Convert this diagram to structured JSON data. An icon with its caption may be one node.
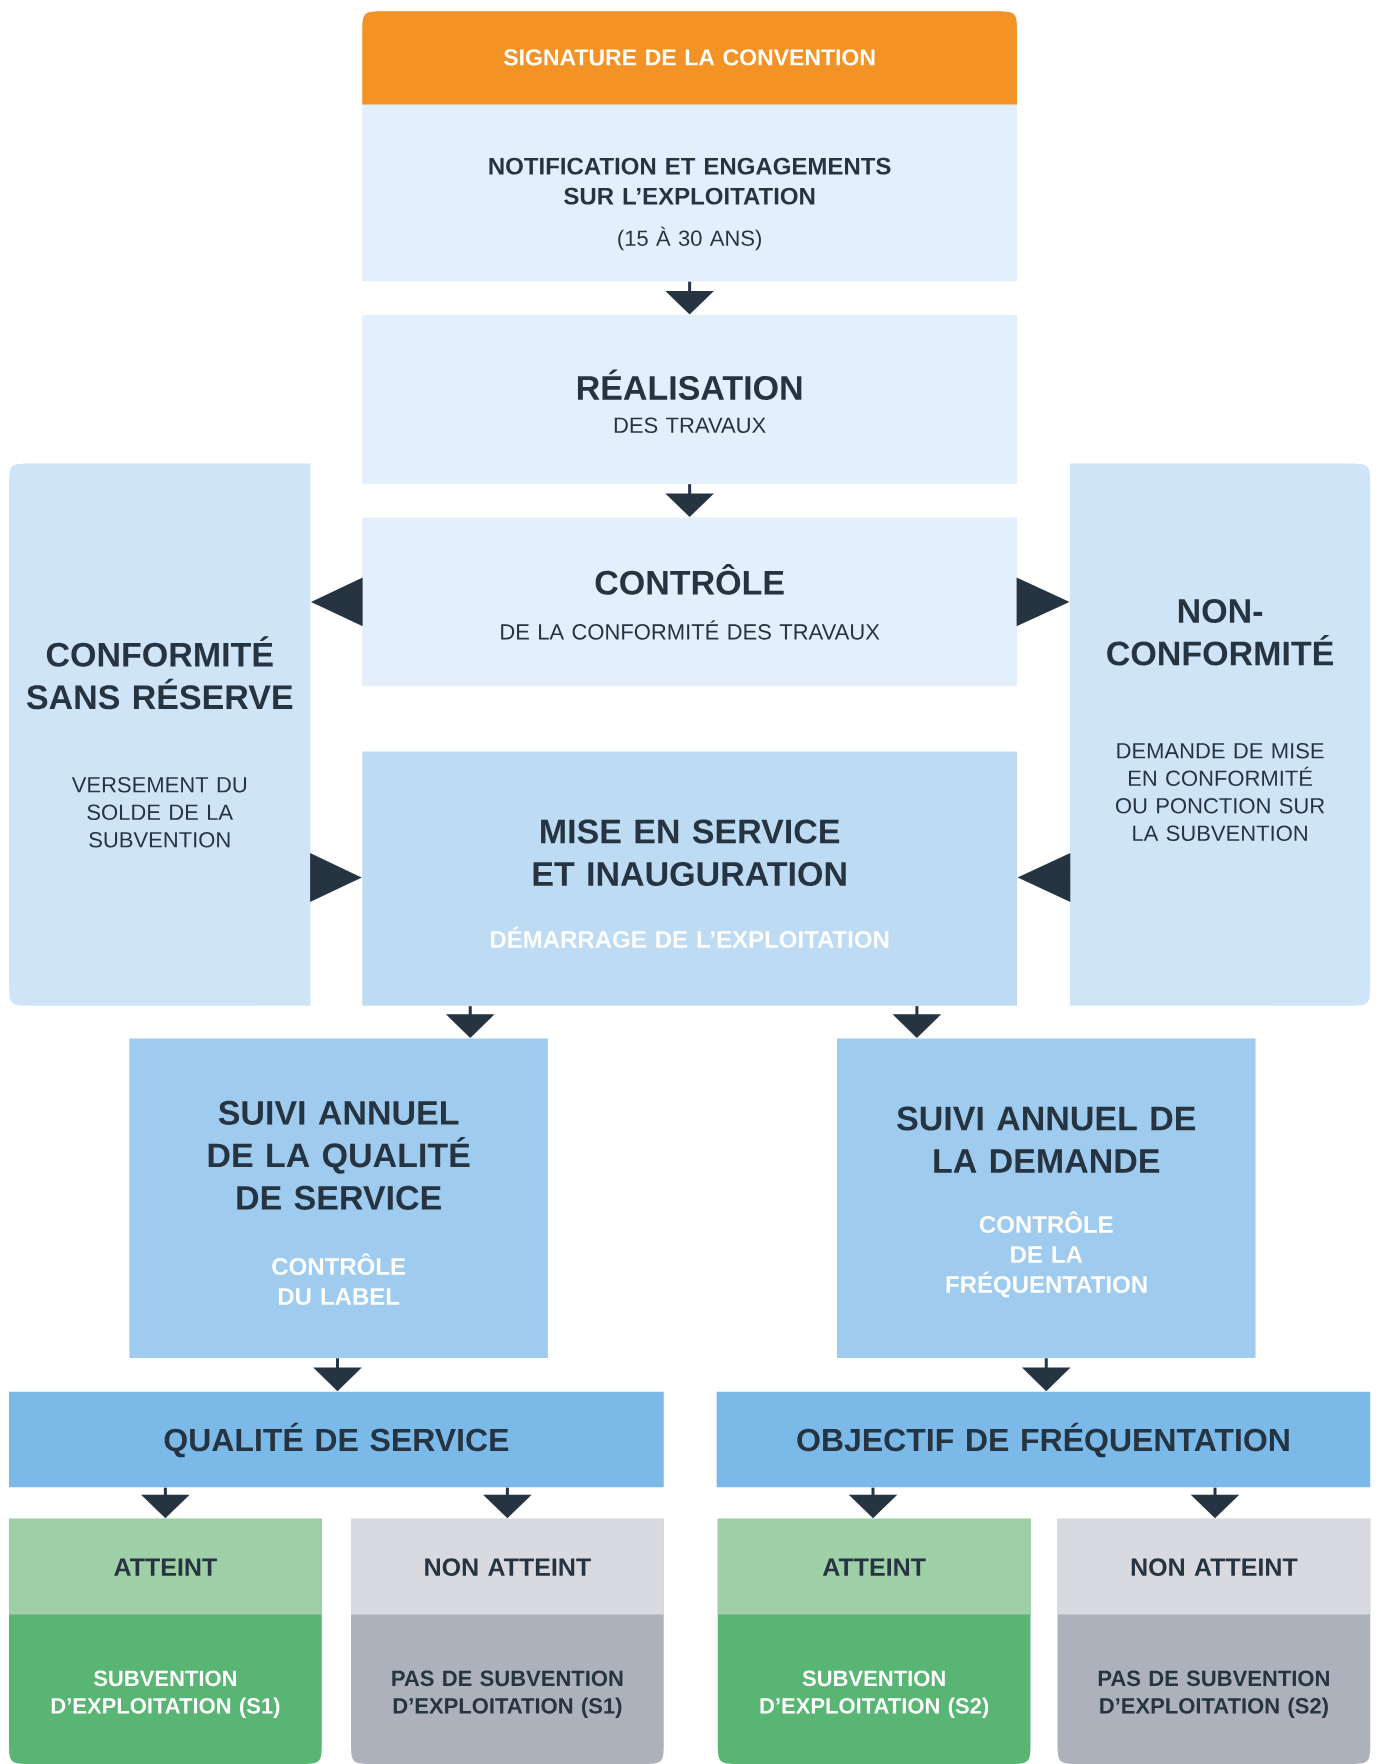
{
  "diagram": {
    "nodes": [
      {
        "text": [
          "SIGNATURE DE LA CONVENTION",
          "NOTIFICATION ET ENGAGEMENTS SUR L’EXPLOITATION",
          "(15 À 30 ANS)"
        ]
      },
      {
        "text": [
          "RÉALISATION",
          "DES TRAVAUX"
        ]
      },
      {
        "text": [
          "CONTRÔLE",
          "DE LA CONFORMITÉ DES TRAVAUX"
        ]
      },
      {
        "text": [
          "CONFORMITÉ SANS RÉSERVE",
          "VERSEMENT DU SOLDE DE LA SUBVENTION"
        ]
      },
      {
        "text": [
          "NON-CONFORMITÉ",
          "DEMANDE DE MISE EN CONFORMITÉ OU PONCTION SUR LA SUBVENTION"
        ]
      },
      {
        "text": [
          "MISE EN SERVICE ET INAUGURATION",
          "DÉMARRAGE DE L’EXPLOITATION"
        ]
      },
      {
        "text": [
          "SUIVI ANNUEL DE LA QUALITÉ DE SERVICE",
          "CONTRÔLE DU LABEL"
        ]
      },
      {
        "text": [
          "SUIVI ANNUEL DE LA DEMANDE",
          "CONTRÔLE DE LA FRÉQUENTATION"
        ]
      },
      {
        "text": [
          "QUALITÉ DE SERVICE"
        ]
      },
      {
        "text": [
          "OBJECTIF DE FRÉQUENTATION"
        ]
      },
      {
        "text": [
          "ATTEINT",
          "SUBVENTION D’EXPLOITATION (S1)"
        ]
      },
      {
        "text": [
          "NON ATTEINT",
          "PAS DE SUBVENTION D’EXPLOITATION (S1)"
        ]
      },
      {
        "text": [
          "ATTEINT",
          "SUBVENTION D’EXPLOITATION (S2)"
        ]
      },
      {
        "text": [
          "NON ATTEINT",
          "PAS DE SUBVENTION D’EXPLOITATION (S2)"
        ]
      }
    ],
    "edges": [
      {
        "from": 0,
        "to": 1,
        "arrow": "to"
      },
      {
        "from": 1,
        "to": 2,
        "arrow": "to"
      },
      {
        "from": 2,
        "to": 3,
        "arrow": "to"
      },
      {
        "from": 2,
        "to": 4,
        "arrow": "to"
      },
      {
        "from": 3,
        "to": 5,
        "arrow": "to"
      },
      {
        "from": 4,
        "to": 5,
        "arrow": "to"
      },
      {
        "from": 5,
        "to": 6,
        "arrow": "to"
      },
      {
        "from": 5,
        "to": 7,
        "arrow": "to"
      },
      {
        "from": 6,
        "to": 8,
        "arrow": "to"
      },
      {
        "from": 7,
        "to": 9,
        "arrow": "to"
      },
      {
        "from": 8,
        "to": 10,
        "arrow": "to"
      },
      {
        "from": 8,
        "to": 11,
        "arrow": "to"
      },
      {
        "from": 9,
        "to": 12,
        "arrow": "to"
      },
      {
        "from": 9,
        "to": 13,
        "arrow": "to"
      }
    ]
  }
}
